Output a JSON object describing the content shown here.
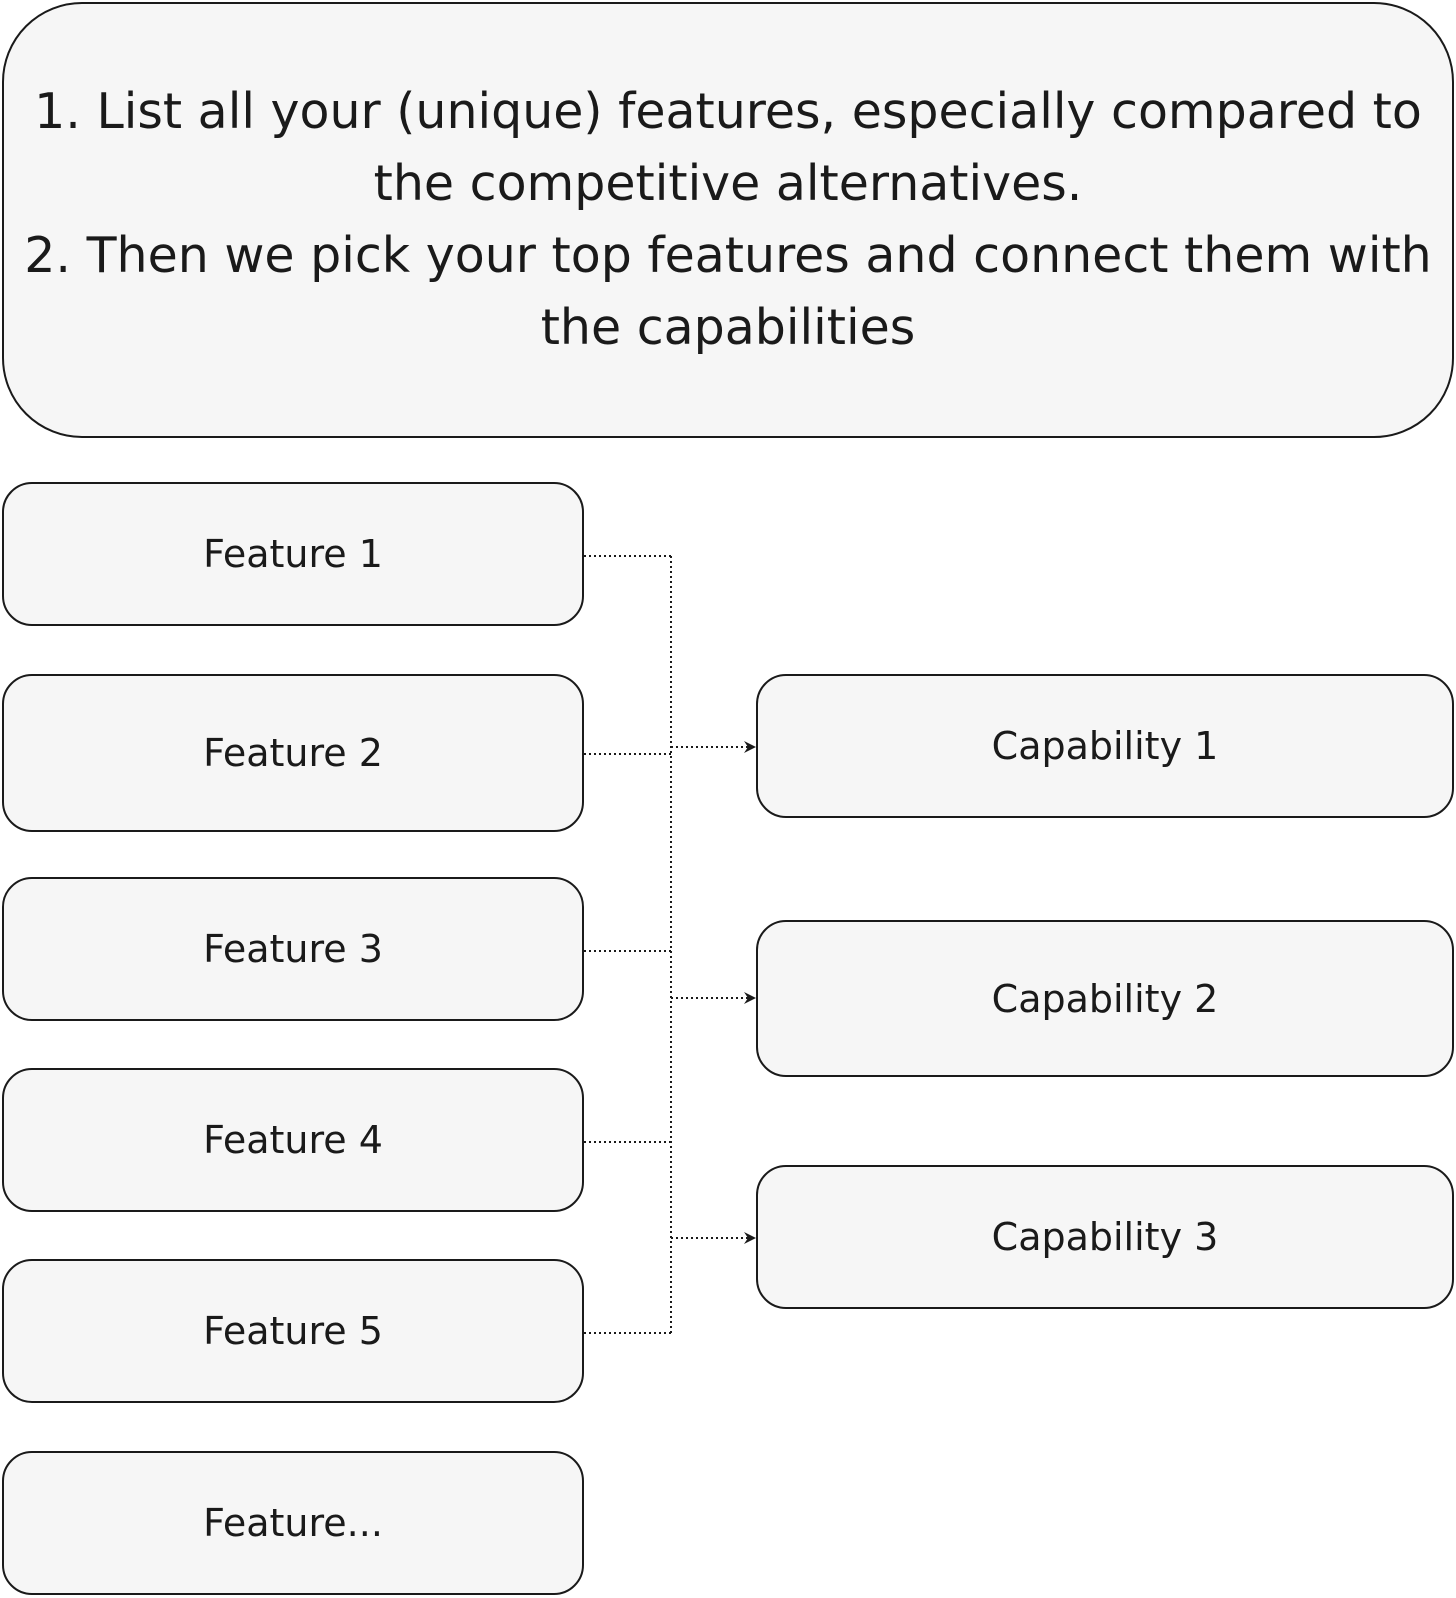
{
  "instructions": {
    "line1": "1. List all your (unique) features, especially compared to",
    "line2": "the competitive alternatives.",
    "line3": "2. Then we pick your top features and connect them with",
    "line4": "the capabilities"
  },
  "features": [
    {
      "label": "Feature 1"
    },
    {
      "label": "Feature 2"
    },
    {
      "label": "Feature 3"
    },
    {
      "label": "Feature 4"
    },
    {
      "label": "Feature 5"
    },
    {
      "label": "Feature..."
    }
  ],
  "capabilities": [
    {
      "label": "Capability 1"
    },
    {
      "label": "Capability 2"
    },
    {
      "label": "Capability 3"
    }
  ],
  "colors": {
    "box_fill": "#f6f6f6",
    "stroke": "#1a1a1a"
  }
}
